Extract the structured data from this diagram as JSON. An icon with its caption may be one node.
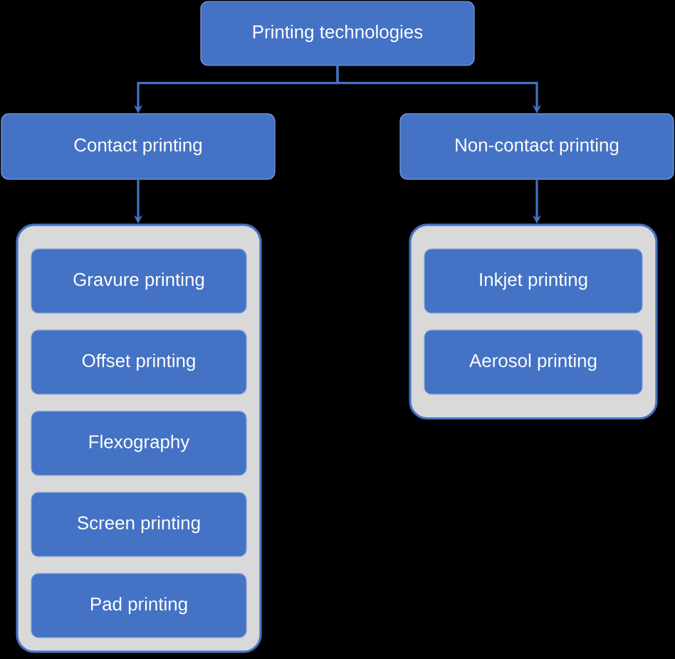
{
  "diagram": {
    "nodes": [
      {
        "text": [
          "Printing technologies"
        ]
      },
      {
        "text": [
          "Contact printing"
        ]
      },
      {
        "text": [
          "Non-contact printing"
        ]
      },
      {
        "text": [],
        "shape": "box"
      },
      {
        "text": [
          "Gravure printing"
        ],
        "in": 3
      },
      {
        "text": [
          "Offset printing"
        ],
        "in": 3
      },
      {
        "text": [
          "Flexography"
        ],
        "in": 3
      },
      {
        "text": [
          "Screen printing"
        ],
        "in": 3
      },
      {
        "text": [
          "Pad printing"
        ],
        "in": 3
      },
      {
        "text": [],
        "shape": "box"
      },
      {
        "text": [
          "Inkjet printing"
        ],
        "in": 9
      },
      {
        "text": [
          "Aerosol printing"
        ],
        "in": 9
      }
    ],
    "edges": [
      {
        "from": 0,
        "to": 1,
        "arrow": "to"
      },
      {
        "from": 0,
        "to": 2,
        "arrow": "to"
      },
      {
        "from": 1,
        "to": 3,
        "arrow": "to"
      },
      {
        "from": 2,
        "to": 9,
        "arrow": "to"
      }
    ]
  }
}
